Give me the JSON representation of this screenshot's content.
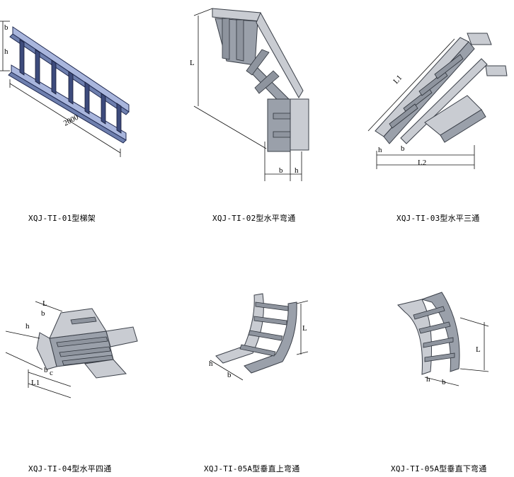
{
  "items": [
    {
      "caption": "XQJ-TI-01型梯架",
      "dims": {
        "b": "b",
        "h": "h",
        "len": "2000"
      }
    },
    {
      "caption": "XQJ-TI-02型水平弯通",
      "dims": {
        "L": "L",
        "b": "b",
        "h": "h"
      }
    },
    {
      "caption": "XQJ-TI-03型水平三通",
      "dims": {
        "L1": "L1",
        "L2": "L2",
        "b": "b",
        "h": "h"
      }
    },
    {
      "caption": "XQJ-TI-04型水平四通",
      "dims": {
        "L": "L",
        "L1": "L1",
        "b": "b",
        "b2": "b",
        "h": "h",
        "c": "c"
      }
    },
    {
      "caption": "XQJ-TI-05A型垂直上弯通",
      "dims": {
        "L": "L",
        "b": "b",
        "h": "h"
      }
    },
    {
      "caption": "XQJ-TI-05A型垂直下弯通",
      "dims": {
        "L": "L",
        "b": "b",
        "h": "h"
      }
    }
  ],
  "colors": {
    "rail_light": "#c9ccd2",
    "rail_dark": "#9aa0aa",
    "blue_tray": "#6e7fae"
  }
}
